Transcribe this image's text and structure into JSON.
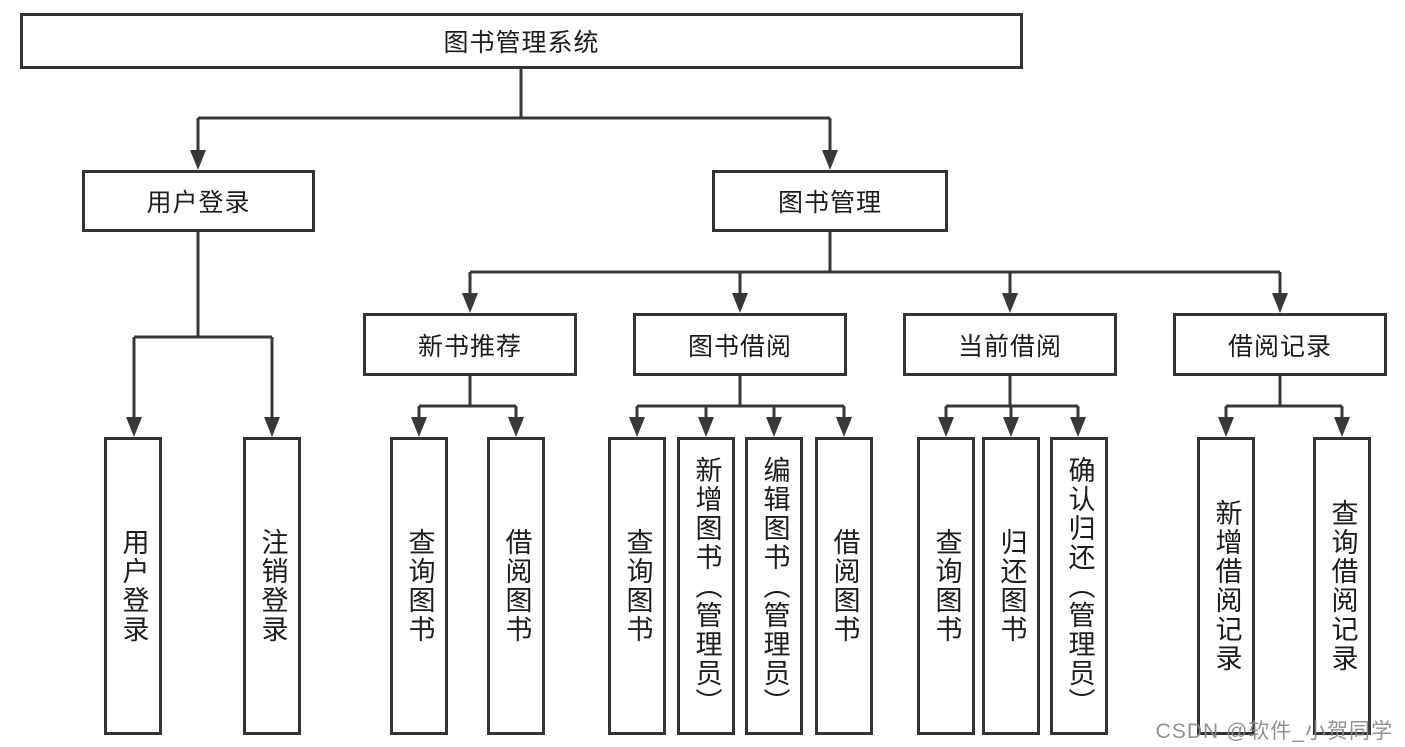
{
  "page": {
    "background": "#ffffff",
    "line_color": "#383838",
    "box_border_color": "#333333",
    "text_color": "#1c1c1c",
    "watermark": "CSDN @软件_小贺同学"
  },
  "nodes": {
    "root": {
      "label": "图书管理系统"
    },
    "user_login": {
      "label": "用户登录"
    },
    "book_mgmt": {
      "label": "图书管理"
    },
    "new_book_rec": {
      "label": "新书推荐"
    },
    "book_borrow": {
      "label": "图书借阅"
    },
    "current_borrow": {
      "label": "当前借阅"
    },
    "borrow_records": {
      "label": "借阅记录"
    }
  },
  "leaves": {
    "user_login": [
      "用户登录",
      "注销登录"
    ],
    "new_book_rec": [
      "查询图书",
      "借阅图书"
    ],
    "book_borrow": [
      "查询图书",
      "新增图书（管理员）",
      "编辑图书（管理员）",
      "借阅图书"
    ],
    "current_borrow": [
      "查询图书",
      "归还图书",
      "确认归还（管理员）"
    ],
    "borrow_records": [
      "新增借阅记录",
      "查询借阅记录"
    ]
  }
}
